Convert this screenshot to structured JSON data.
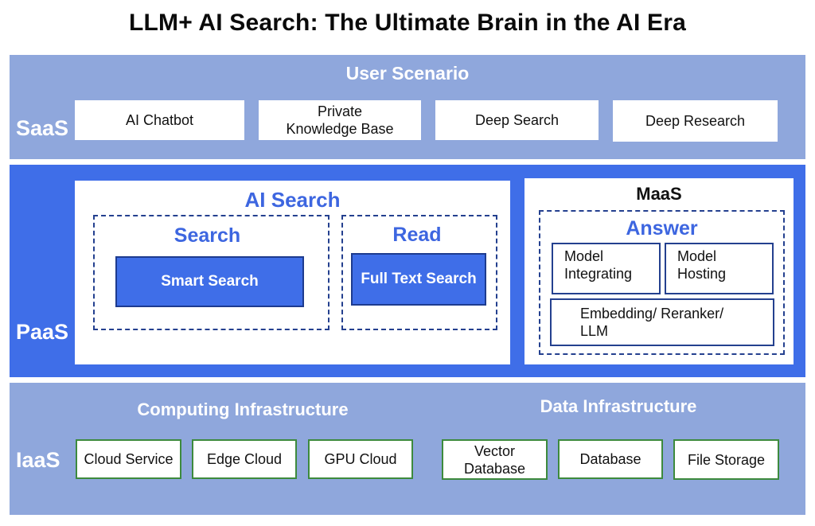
{
  "title": "LLM+ AI Search:  The Ultimate Brain in the AI Era",
  "saas": {
    "tag": "SaaS",
    "heading": "User Scenario",
    "items": [
      "AI Chatbot",
      "Private\nKnowledge Base",
      "Deep Search",
      "Deep Research"
    ]
  },
  "paas": {
    "tag": "PaaS",
    "ai_search": {
      "heading": "AI Search",
      "search": {
        "heading": "Search",
        "button": "Smart Search"
      },
      "read": {
        "heading": "Read",
        "button": "Full Text Search"
      }
    },
    "maas": {
      "heading": "MaaS",
      "answer": "Answer",
      "items": [
        "Model\nIntegrating",
        "Model\nHosting",
        "Embedding/ Reranker/\nLLM"
      ]
    }
  },
  "iaas": {
    "tag": "IaaS",
    "computing": {
      "heading": "Computing Infrastructure",
      "items": [
        "Cloud Service",
        "Edge Cloud",
        "GPU Cloud"
      ]
    },
    "data": {
      "heading": "Data Infrastructure",
      "items": [
        "Vector\nDatabase",
        "Database",
        "File Storage"
      ]
    }
  },
  "colors": {
    "band_light": "#8fa7dc",
    "band_dark": "#3f6ee8",
    "heading_blue": "#3d66e0",
    "dash_navy": "#24408f",
    "box_border_green": "#3d8a3d"
  }
}
